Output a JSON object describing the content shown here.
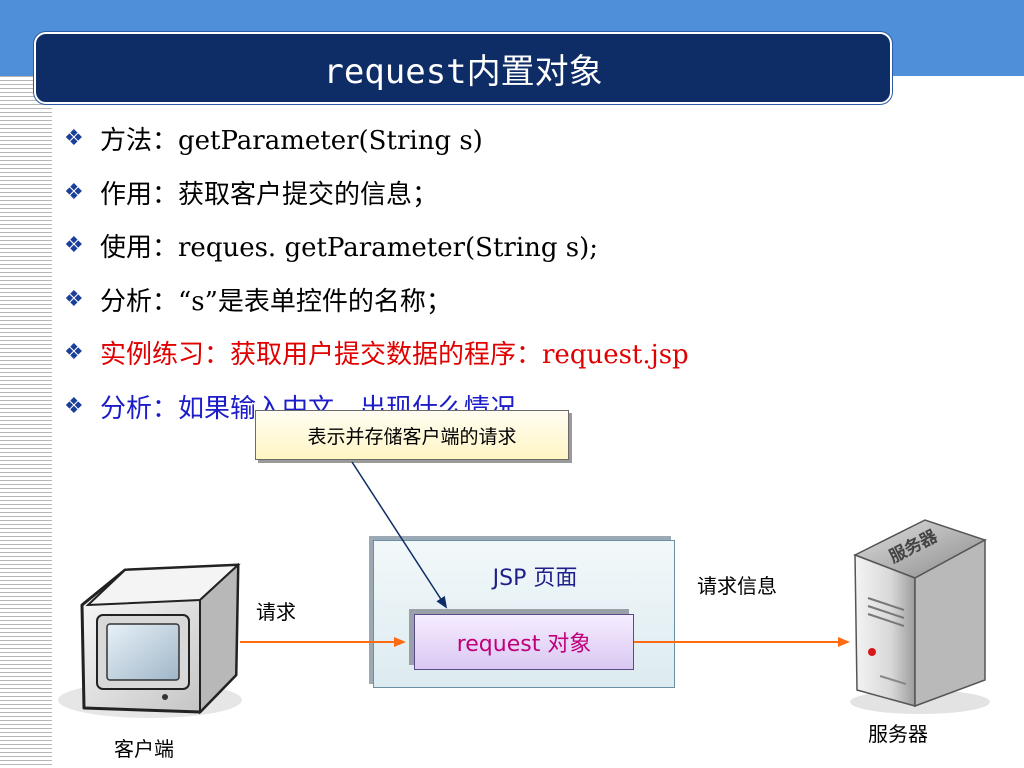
{
  "title": "request内置对象",
  "bullets": [
    {
      "text": "方法：getParameter(String s)",
      "color": "#000000"
    },
    {
      "text": "作用：获取客户提交的信息；",
      "color": "#000000"
    },
    {
      "text": "使用：reques. getParameter(String s);",
      "color": "#000000"
    },
    {
      "text": "分析：“s”是表单控件的名称；",
      "color": "#000000"
    },
    {
      "text": "实例练习：获取用户提交数据的程序：request.jsp",
      "color": "#e00000"
    },
    {
      "text": "分析：如果输入中文，出现什么情况",
      "color": "#1c1cc8"
    }
  ],
  "bullet_icon": "diamond-star-icon",
  "diagram": {
    "callout": "表示并存储客户端的请求",
    "jsp_page": "JSP 页面",
    "request_object": "request 对象",
    "request_label": "请求",
    "request_info_label": "请求信息",
    "client_label": "客户端",
    "server_label": "服务器",
    "server_body_text": "服务器"
  },
  "colors": {
    "header_band": "#4f8ed8",
    "title_bar": "#0e2c66",
    "arrow": "#ff6a13",
    "bullet_mark": "#1a3f9b"
  }
}
